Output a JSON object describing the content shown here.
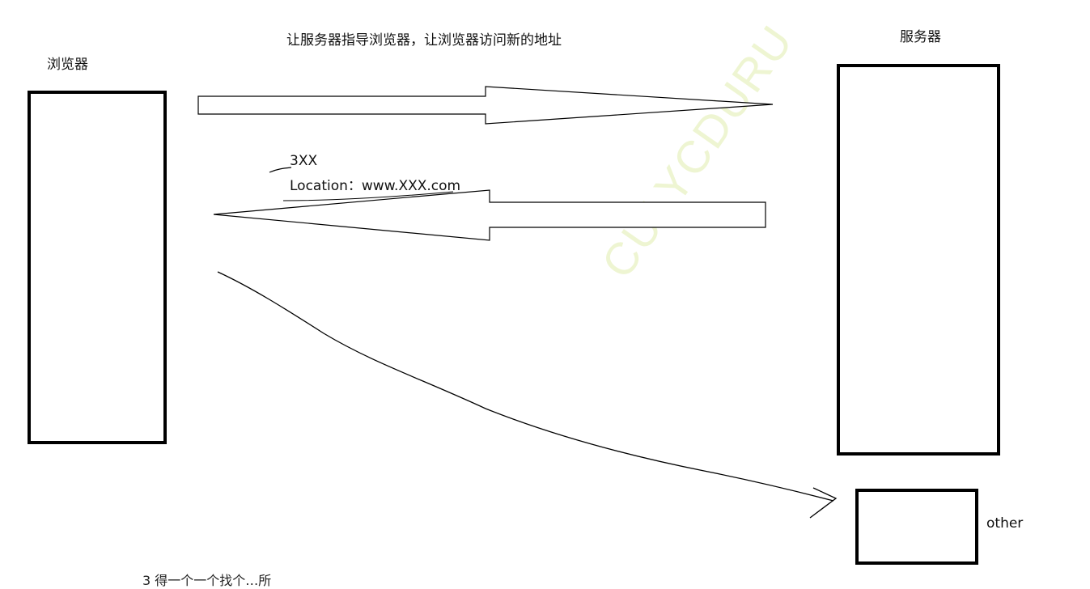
{
  "diagram": {
    "browser": {
      "label": "浏览器"
    },
    "server": {
      "label": "服务器"
    },
    "other": {
      "label": "other"
    },
    "request": {
      "label": "让服务器指导浏览器，让浏览器访问新的地址"
    },
    "response": {
      "status": "3XX",
      "location": "Location：www.XXX.com"
    },
    "watermark": "CULYCDURU",
    "partial_bottom_text": "3 得一个一个找个…所"
  },
  "colors": {
    "line": "#000000",
    "background": "#ffffff",
    "watermark": "#eef5d2"
  }
}
